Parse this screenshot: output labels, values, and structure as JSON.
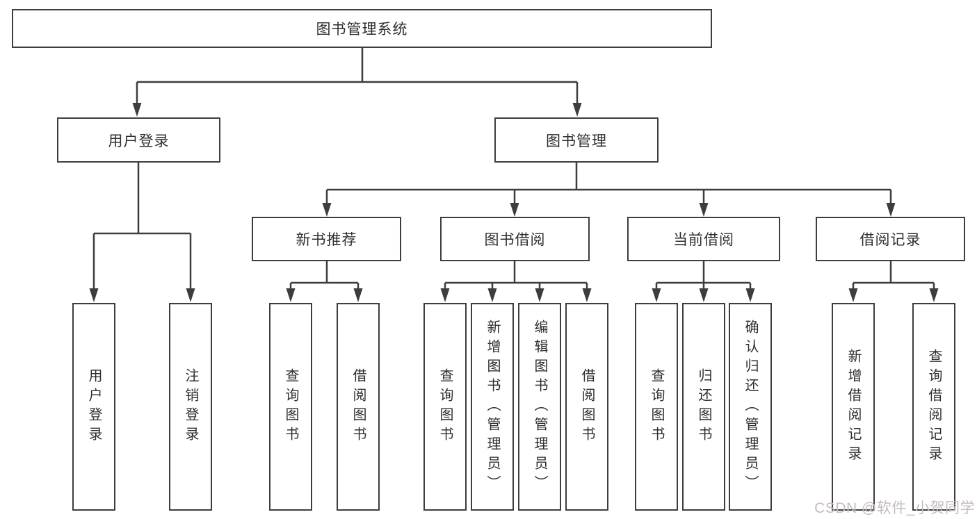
{
  "diagram": {
    "root": {
      "label": "图书管理系统"
    },
    "level2": [
      {
        "label": "用户登录"
      },
      {
        "label": "图书管理"
      }
    ],
    "level3": [
      {
        "label": "新书推荐"
      },
      {
        "label": "图书借阅"
      },
      {
        "label": "当前借阅"
      },
      {
        "label": "借阅记录"
      }
    ],
    "leaves": {
      "user_login": [
        "用户登录",
        "注销登录"
      ],
      "new_book": [
        "查询图书",
        "借阅图书"
      ],
      "book_borrow": [
        "查询图书",
        "新增图书（管理员）",
        "编辑图书（管理员）",
        "借阅图书"
      ],
      "current_borrow": [
        "查询图书",
        "归还图书",
        "确认归还（管理员）"
      ],
      "borrow_records": [
        "新增借阅记录",
        "查询借阅记录"
      ]
    },
    "watermark": "CSDN @软件_小贺同学",
    "colors": {
      "line": "#3d3d3d",
      "text": "#2e2e2e",
      "watermark": "#c6bcbc"
    }
  }
}
